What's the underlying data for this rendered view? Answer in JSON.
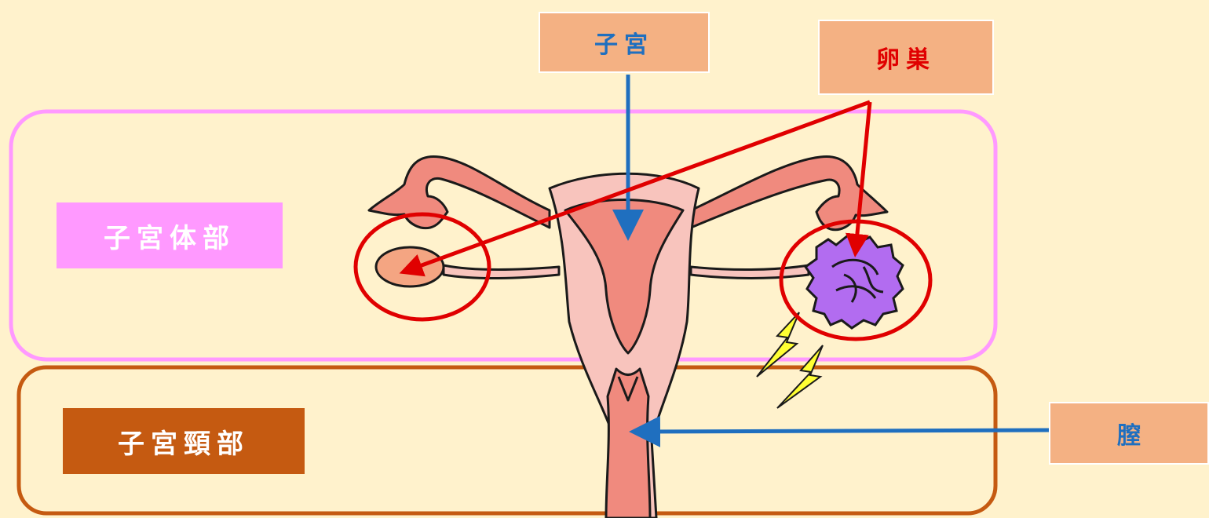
{
  "labels": {
    "uterus": "子宮",
    "ovary": "卵巣",
    "vagina": "膣",
    "uterine_body": "子宮体部",
    "cervix": "子宮頸部"
  },
  "colors": {
    "background": "#fff2cc",
    "tag_fill": "#f4b183",
    "body_region": "#ff99ff",
    "cervix_region": "#c55a11",
    "blue_text": "#1f6fbf",
    "red_text": "#e00000",
    "organ_fill": "#f08a7e",
    "organ_light": "#f8c4bd",
    "tumor": "#b26cf0",
    "lightning": "#ffff33"
  },
  "icons": [
    "lightning-icon",
    "tumor-ovary-icon",
    "arrow-icon"
  ]
}
